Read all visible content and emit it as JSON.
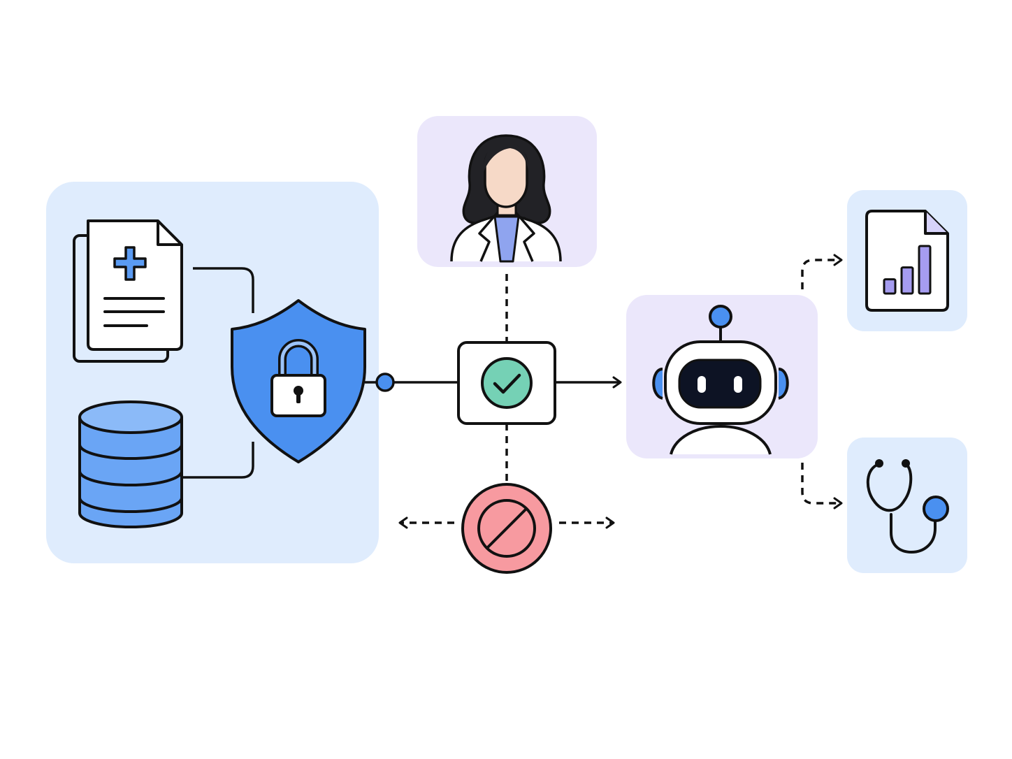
{
  "diagram": {
    "nodes": [
      {
        "id": "records",
        "icon": "medical-record-icon"
      },
      {
        "id": "database",
        "icon": "database-icon"
      },
      {
        "id": "shield",
        "icon": "shield-lock-icon"
      },
      {
        "id": "clinician",
        "icon": "doctor-avatar-icon"
      },
      {
        "id": "gate",
        "icon": "checkmark-icon"
      },
      {
        "id": "blocked",
        "icon": "prohibited-icon"
      },
      {
        "id": "ai",
        "icon": "robot-icon"
      },
      {
        "id": "report",
        "icon": "report-chart-icon"
      },
      {
        "id": "care",
        "icon": "stethoscope-icon"
      }
    ],
    "report_bars": [
      0.3,
      0.55,
      1.0
    ]
  },
  "colors": {
    "panel_blue": "#dfecfd",
    "panel_purple": "#ebe7fb",
    "shield_blue": "#4a90f0",
    "db_blue": "#7fb2f7",
    "check_green": "#75d1b5",
    "block_red": "#f79aa0",
    "bar_purple": "#a59cf0",
    "ink": "#111111"
  }
}
